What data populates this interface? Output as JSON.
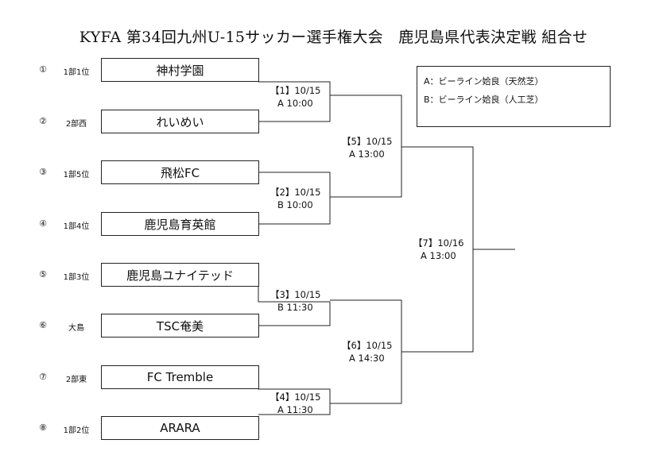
{
  "title": "KYFA 第34回九州U-15サッカー選手権大会　鹿児島県代表決定戦 組合せ",
  "legend": [
    "A：ビーライン姶良（天然芝）",
    "B：ビーライン姶良（人工芝）"
  ],
  "entries": [
    {
      "seed": "①",
      "slot": "1部1位",
      "team": "神村学園"
    },
    {
      "seed": "②",
      "slot": "2部西",
      "team": "れいめい"
    },
    {
      "seed": "③",
      "slot": "1部5位",
      "team": "飛松FC"
    },
    {
      "seed": "④",
      "slot": "1部4位",
      "team": "鹿児島育英館"
    },
    {
      "seed": "⑤",
      "slot": "1部3位",
      "team": "鹿児島ユナイテッド"
    },
    {
      "seed": "⑥",
      "slot": "大島",
      "team": "TSC奄美"
    },
    {
      "seed": "⑦",
      "slot": "2部東",
      "team": "FC Tremble"
    },
    {
      "seed": "⑧",
      "slot": "1部2位",
      "team": "ARARA"
    }
  ],
  "matches": {
    "m1": {
      "label": "【1】10/15",
      "venue": "A 10:00"
    },
    "m2": {
      "label": "【2】10/15",
      "venue": "B 10:00"
    },
    "m3": {
      "label": "【3】10/15",
      "venue": "B 11:30"
    },
    "m4": {
      "label": "【4】10/15",
      "venue": "A 11:30"
    },
    "m5": {
      "label": "【5】10/15",
      "venue": "A 13:00"
    },
    "m6": {
      "label": "【6】10/15",
      "venue": "A 14:30"
    },
    "m7": {
      "label": "【7】10/16",
      "venue": "A 13:00"
    }
  }
}
